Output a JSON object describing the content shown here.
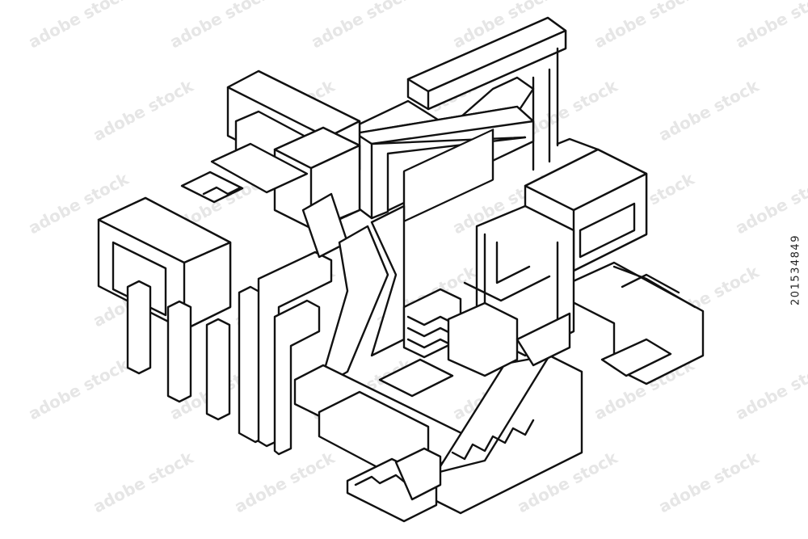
{
  "image": {
    "subject": "isometric line-art architectural structure",
    "stroke_color": "#111111",
    "background_color": "#ffffff",
    "watermark_text": "adobe stock",
    "stock_id": "201534849"
  }
}
